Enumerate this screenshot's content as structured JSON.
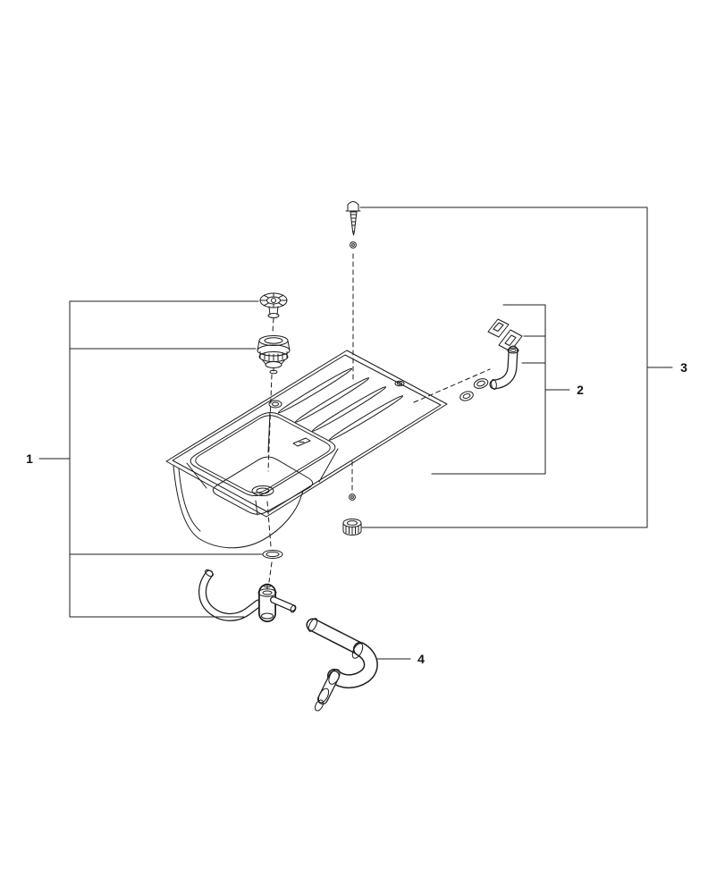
{
  "colors": {
    "background": "#ffffff",
    "line": "#1c1c1c"
  },
  "callouts": [
    {
      "label": "1"
    },
    {
      "label": "2"
    },
    {
      "label": "3"
    },
    {
      "label": "4"
    }
  ]
}
